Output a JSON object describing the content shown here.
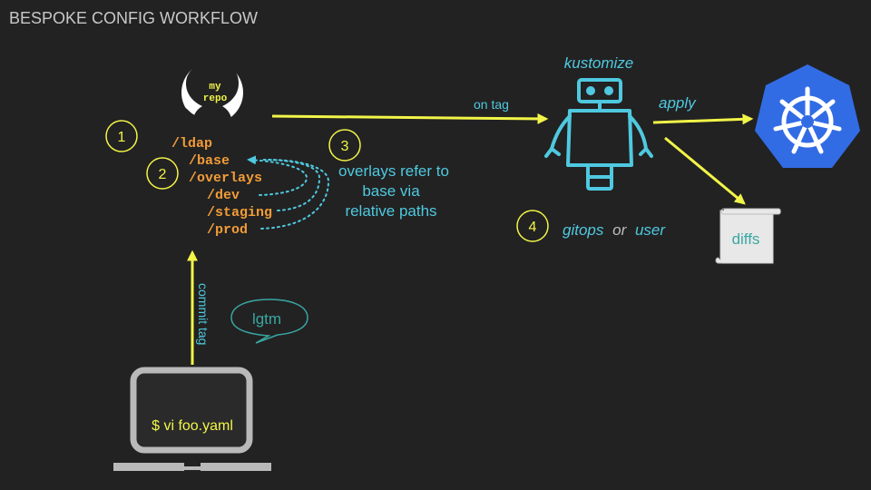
{
  "slide": {
    "title": "BESPOKE CONFIG WORKFLOW"
  },
  "repo": {
    "logo_line1": "my",
    "logo_line2": "repo",
    "tree": {
      "ldap": "/ldap",
      "base": "/base",
      "overlays": "/overlays",
      "dev": "/dev",
      "staging": "/staging",
      "prod": "/prod"
    }
  },
  "steps": {
    "s1": "1",
    "s2": "2",
    "s3": "3",
    "s4": "4"
  },
  "note_overlays": {
    "line1": "overlays refer to",
    "line2": "base via",
    "line3": "relative paths"
  },
  "kustomize": {
    "label": "kustomize",
    "on_tag": "on tag",
    "apply": "apply",
    "gitops": "gitops",
    "or": "or",
    "user": "user"
  },
  "diffs": {
    "label": "diffs"
  },
  "laptop": {
    "command": "$ vi foo.yaml",
    "commit_tag": "commit tag"
  },
  "speech": {
    "lgtm": "lgtm"
  },
  "colors": {
    "background": "#222222",
    "yellow": "#f2f548",
    "cyan": "#4fc9e0",
    "orange": "#f29c38",
    "kube_blue": "#326ce5",
    "laptop_grey": "#b9b9b9",
    "teal_text": "#3aa7a3"
  }
}
